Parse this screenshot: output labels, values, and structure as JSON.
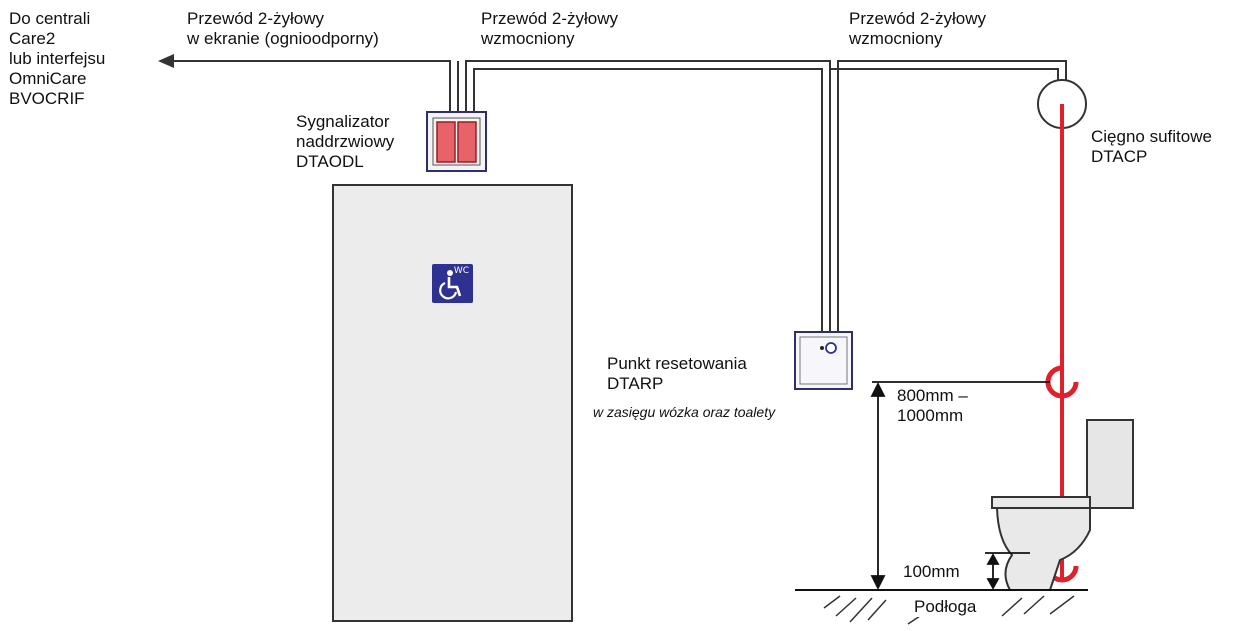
{
  "labels": {
    "destination": [
      "Do centrali",
      "Care2",
      "lub interfejsu",
      "OmniCare",
      "BVOCRIF"
    ],
    "cable_fire": [
      "Przewód 2-żyłowy",
      "w ekranie (ognioodporny)"
    ],
    "cable_reinforced_1": [
      "Przewód 2-żyłowy",
      "wzmocniony"
    ],
    "cable_reinforced_2": [
      "Przewód 2-żyłowy",
      "wzmocniony"
    ],
    "door_indicator": [
      "Sygnalizator",
      "naddrzwiowy",
      "DTAODL"
    ],
    "ceiling_pull": [
      "Cięgno sufitowe",
      "DTACP"
    ],
    "reset_point": [
      "Punkt resetowania",
      "DTARP"
    ],
    "reset_note": "w zasięgu wózka oraz toalety",
    "height_range": [
      "800mm –",
      "1000mm"
    ],
    "height_bottom": "100mm",
    "floor": "Podłoga",
    "wc_sign": "WC"
  },
  "colors": {
    "line": "#333333",
    "pull_cord": "#e0202a",
    "indicator_red": "#e8626a",
    "sign_blue": "#2e3192",
    "door_fill": "#ececec",
    "cistern_fill": "#e6e6e6",
    "toilet_fill": "#e9e9e9"
  }
}
